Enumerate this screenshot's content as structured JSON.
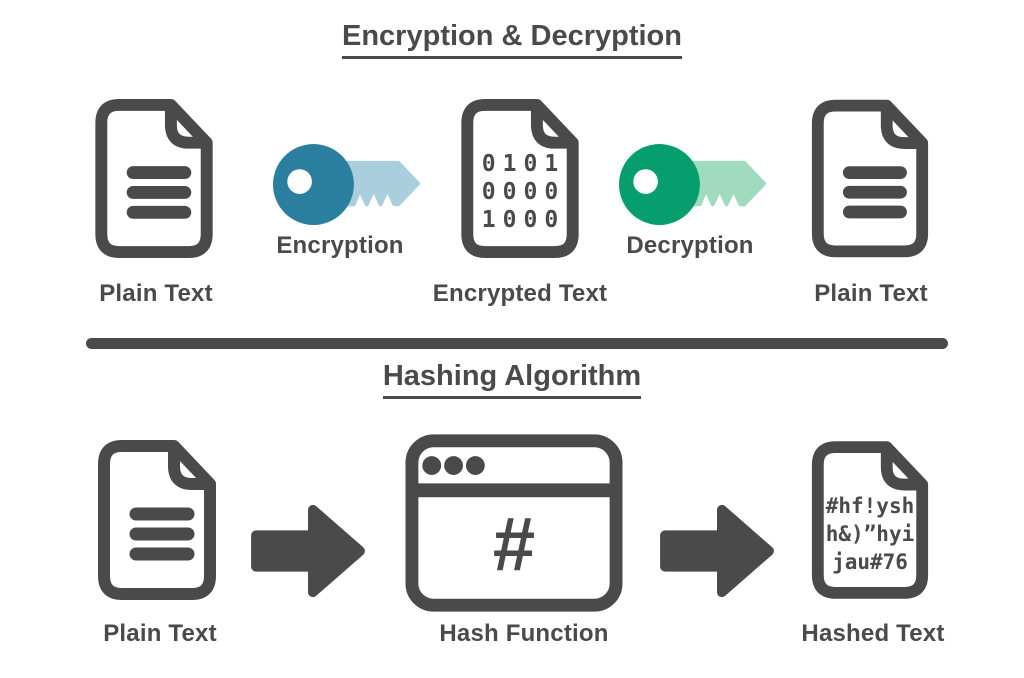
{
  "colors": {
    "background": "#ffffff",
    "ink": "#4a4a4a",
    "key_blue": "#2a7f9f",
    "key_blue_light": "#abcedd",
    "key_green": "#059e6c",
    "key_green_light": "#a0dbc0"
  },
  "encryption_section": {
    "title": "Encryption & Decryption",
    "plain_text_left": {
      "label": "Plain Text",
      "icon": "document-text-icon"
    },
    "encryption_key": {
      "label": "Encryption",
      "icon": "key-blue-icon"
    },
    "encrypted_text": {
      "label": "Encrypted Text",
      "icon": "document-binary-icon",
      "lines": [
        "0101",
        "0000",
        "1000"
      ]
    },
    "decryption_key": {
      "label": "Decryption",
      "icon": "key-green-icon"
    },
    "plain_text_right": {
      "label": "Plain Text",
      "icon": "document-text-icon"
    }
  },
  "hashing_section": {
    "title": "Hashing Algorithm",
    "plain_text": {
      "label": "Plain Text",
      "icon": "document-text-icon"
    },
    "arrow": {
      "icon": "arrow-right-icon"
    },
    "hash_function": {
      "label": "Hash Function",
      "icon": "browser-window-icon",
      "symbol": "#"
    },
    "hashed_text": {
      "label": "Hashed Text",
      "icon": "document-hash-icon",
      "lines": [
        "#hf!ysh",
        "h&)”hyi",
        "jau#76"
      ]
    }
  }
}
